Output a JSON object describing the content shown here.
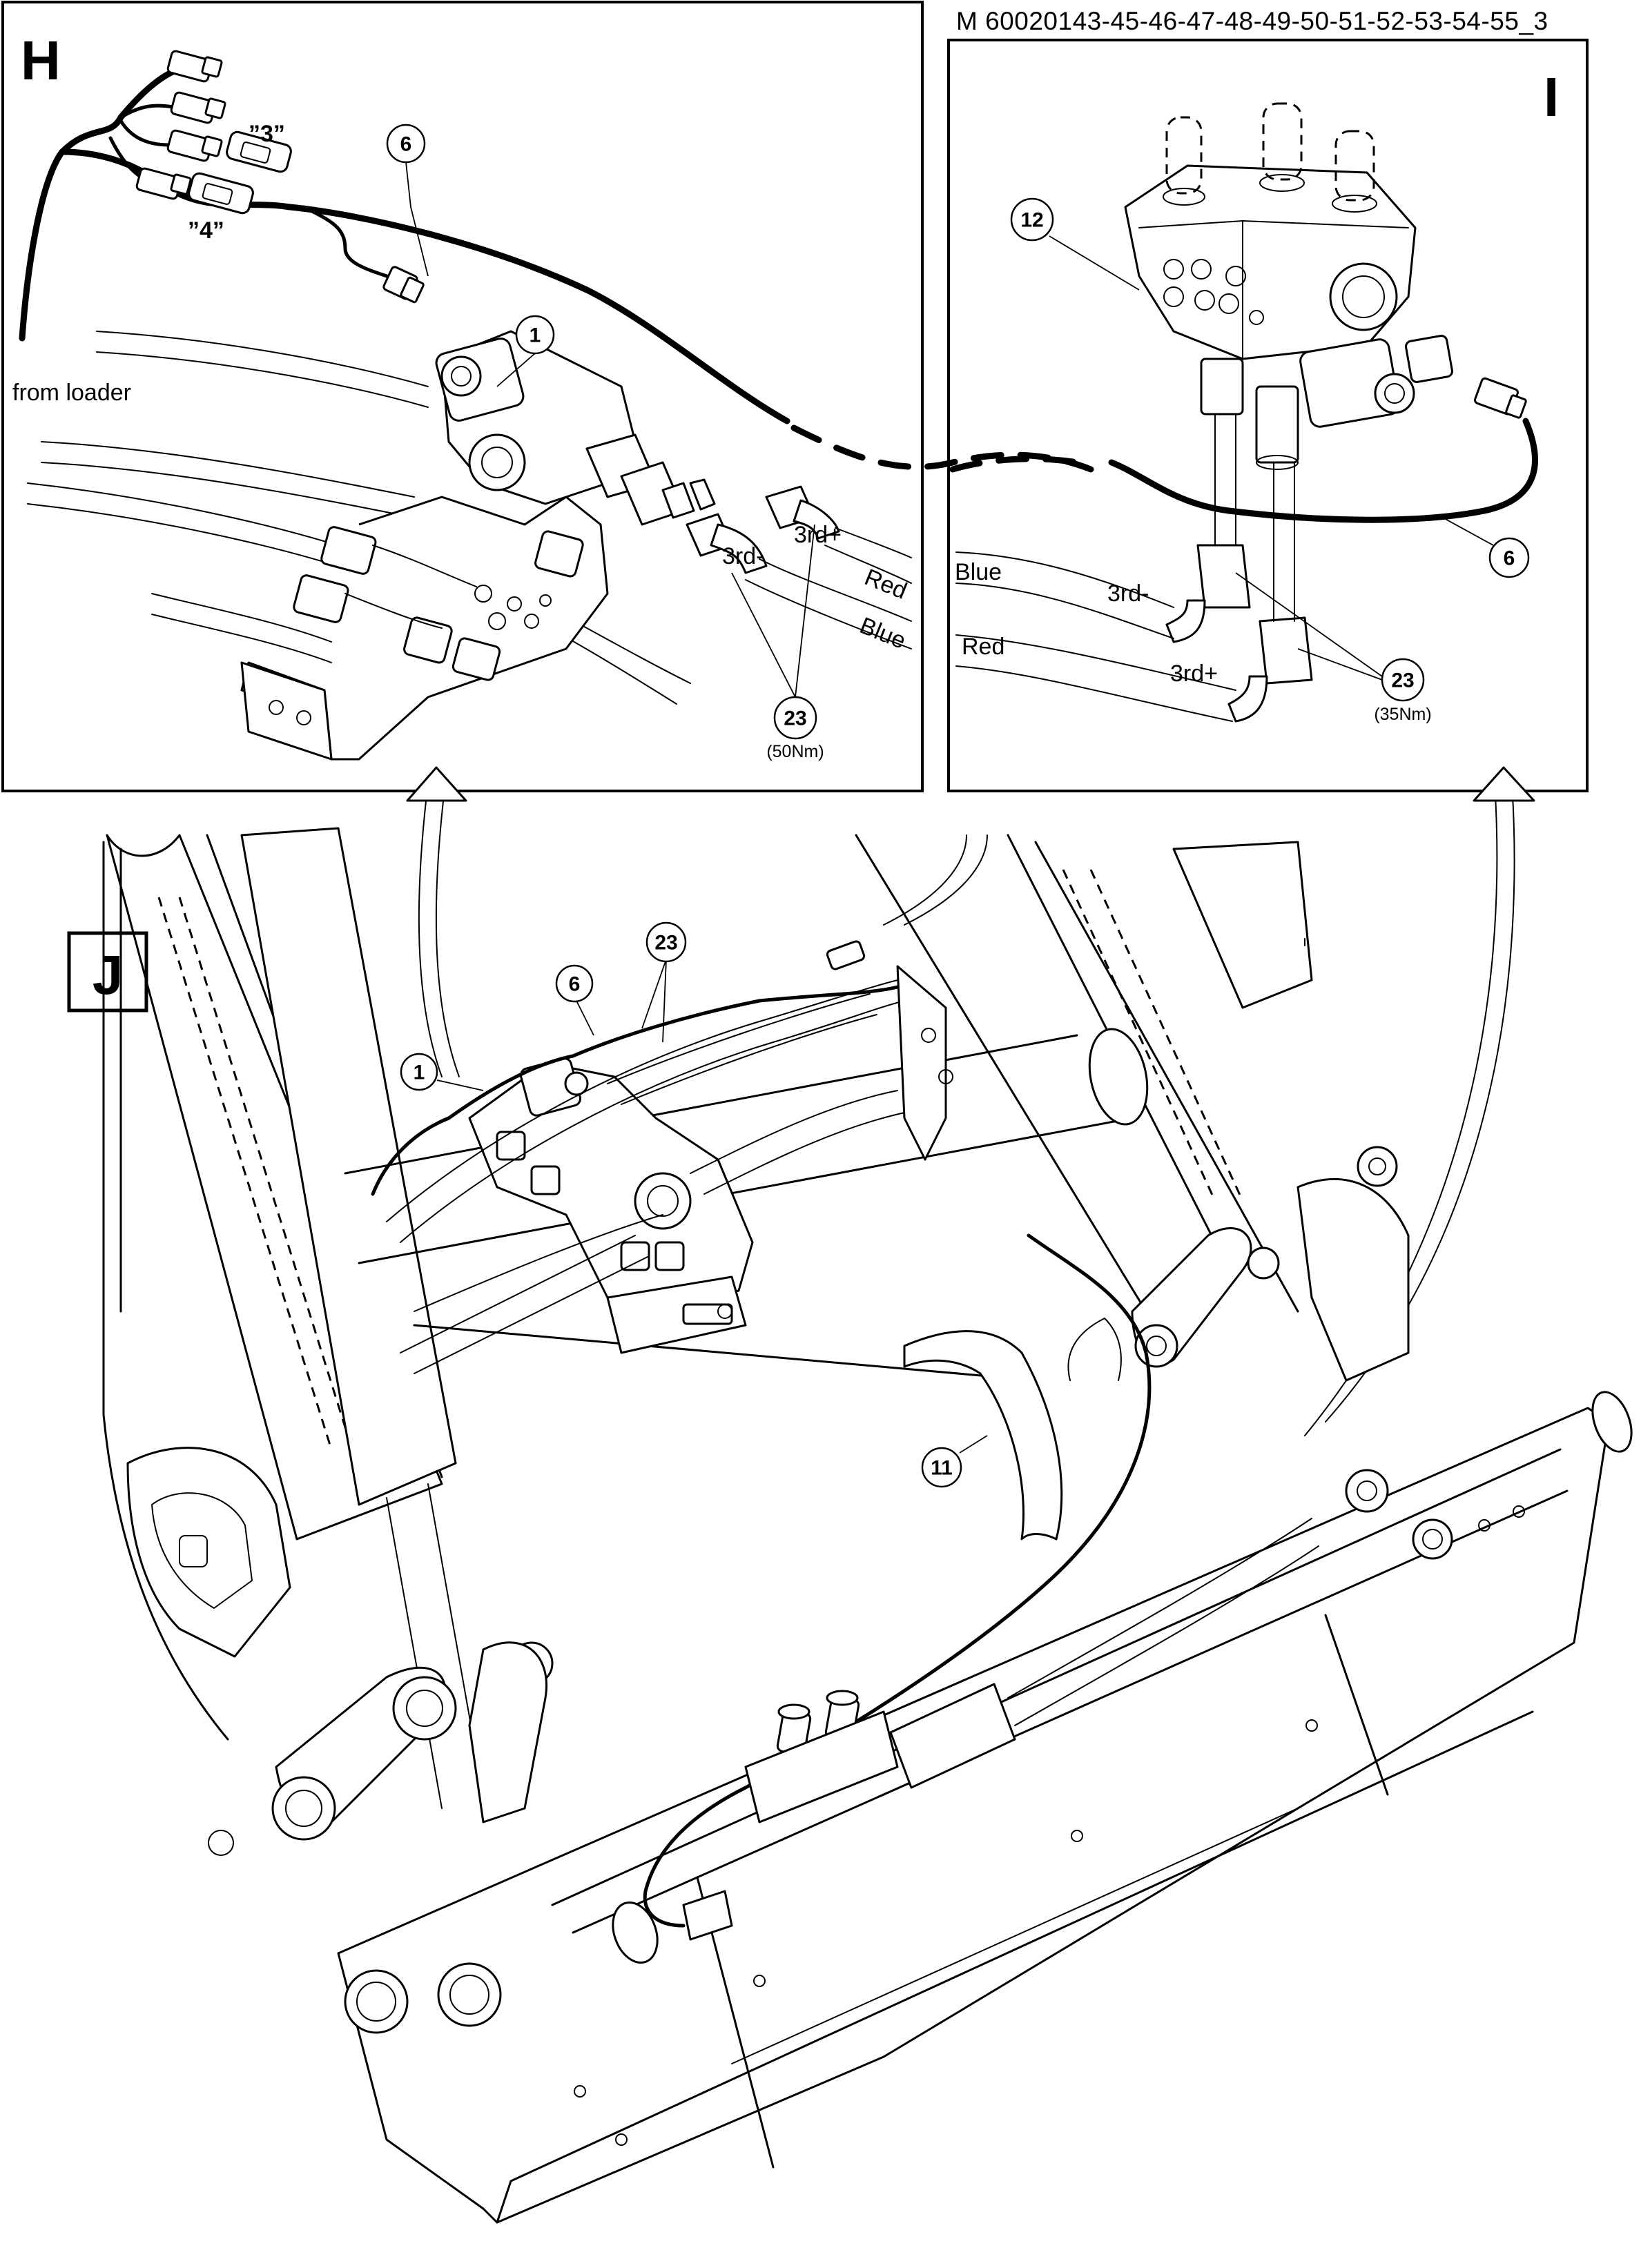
{
  "document_ref": "M 60020143-45-46-47-48-49-50-51-52-53-54-55_3",
  "views": {
    "h": "H",
    "i": "I",
    "j": "J"
  },
  "labels": {
    "from_loader": "from loader",
    "plug_3": "”3”",
    "plug_4": "”4”",
    "h_3rd_minus": "3rd-",
    "h_3rd_plus": "3rd+",
    "h_red": "Red",
    "h_blue": "Blue",
    "i_blue": "Blue",
    "i_red": "Red",
    "i_3rd_minus": "3rd-",
    "i_3rd_plus": "3rd+"
  },
  "callouts": {
    "h_6": "6",
    "h_1": "1",
    "h_23": "23",
    "h_23_torque": "(50Nm)",
    "i_12": "12",
    "i_6": "6",
    "i_23": "23",
    "i_23_torque": "(35Nm)",
    "j_23": "23",
    "j_6": "6",
    "j_1": "1",
    "j_11": "11"
  }
}
